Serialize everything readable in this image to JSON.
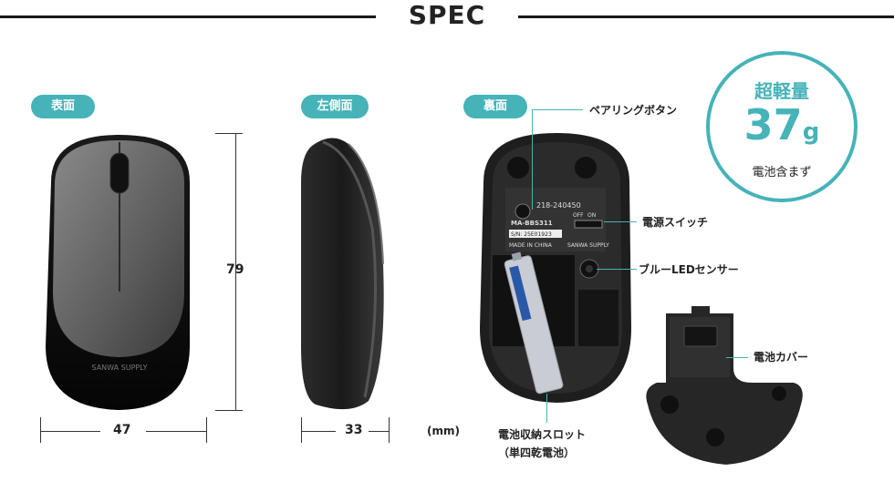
{
  "header": {
    "title": "SPEC"
  },
  "views": {
    "top": "表面",
    "left": "左側面",
    "bottom": "裏面"
  },
  "dimensions": {
    "height": "79",
    "width": "47",
    "depth": "33",
    "unit": "(mm)"
  },
  "weight": {
    "heading": "超軽量",
    "value": "37",
    "unit": "g",
    "note": "電池含まず"
  },
  "callouts": {
    "pairing": "ペアリングボタン",
    "power": "電源スイッチ",
    "sensor": "ブルーLEDセンサー",
    "cover": "電池カバー",
    "battery_line1": "電池収納スロット",
    "battery_line2": "（単四乾電池）"
  },
  "product_label": {
    "model": "MA-BBS311",
    "cert": "218-240450",
    "off": "OFF",
    "on": "ON",
    "sn": "S/N: 25E01923",
    "origin": "MADE IN CHINA",
    "brand": "SANWA SUPPLY"
  },
  "colors": {
    "accent": "#45b3b8",
    "mouse_body": "#2a2a2a",
    "mouse_top": "#6a6a6a"
  }
}
